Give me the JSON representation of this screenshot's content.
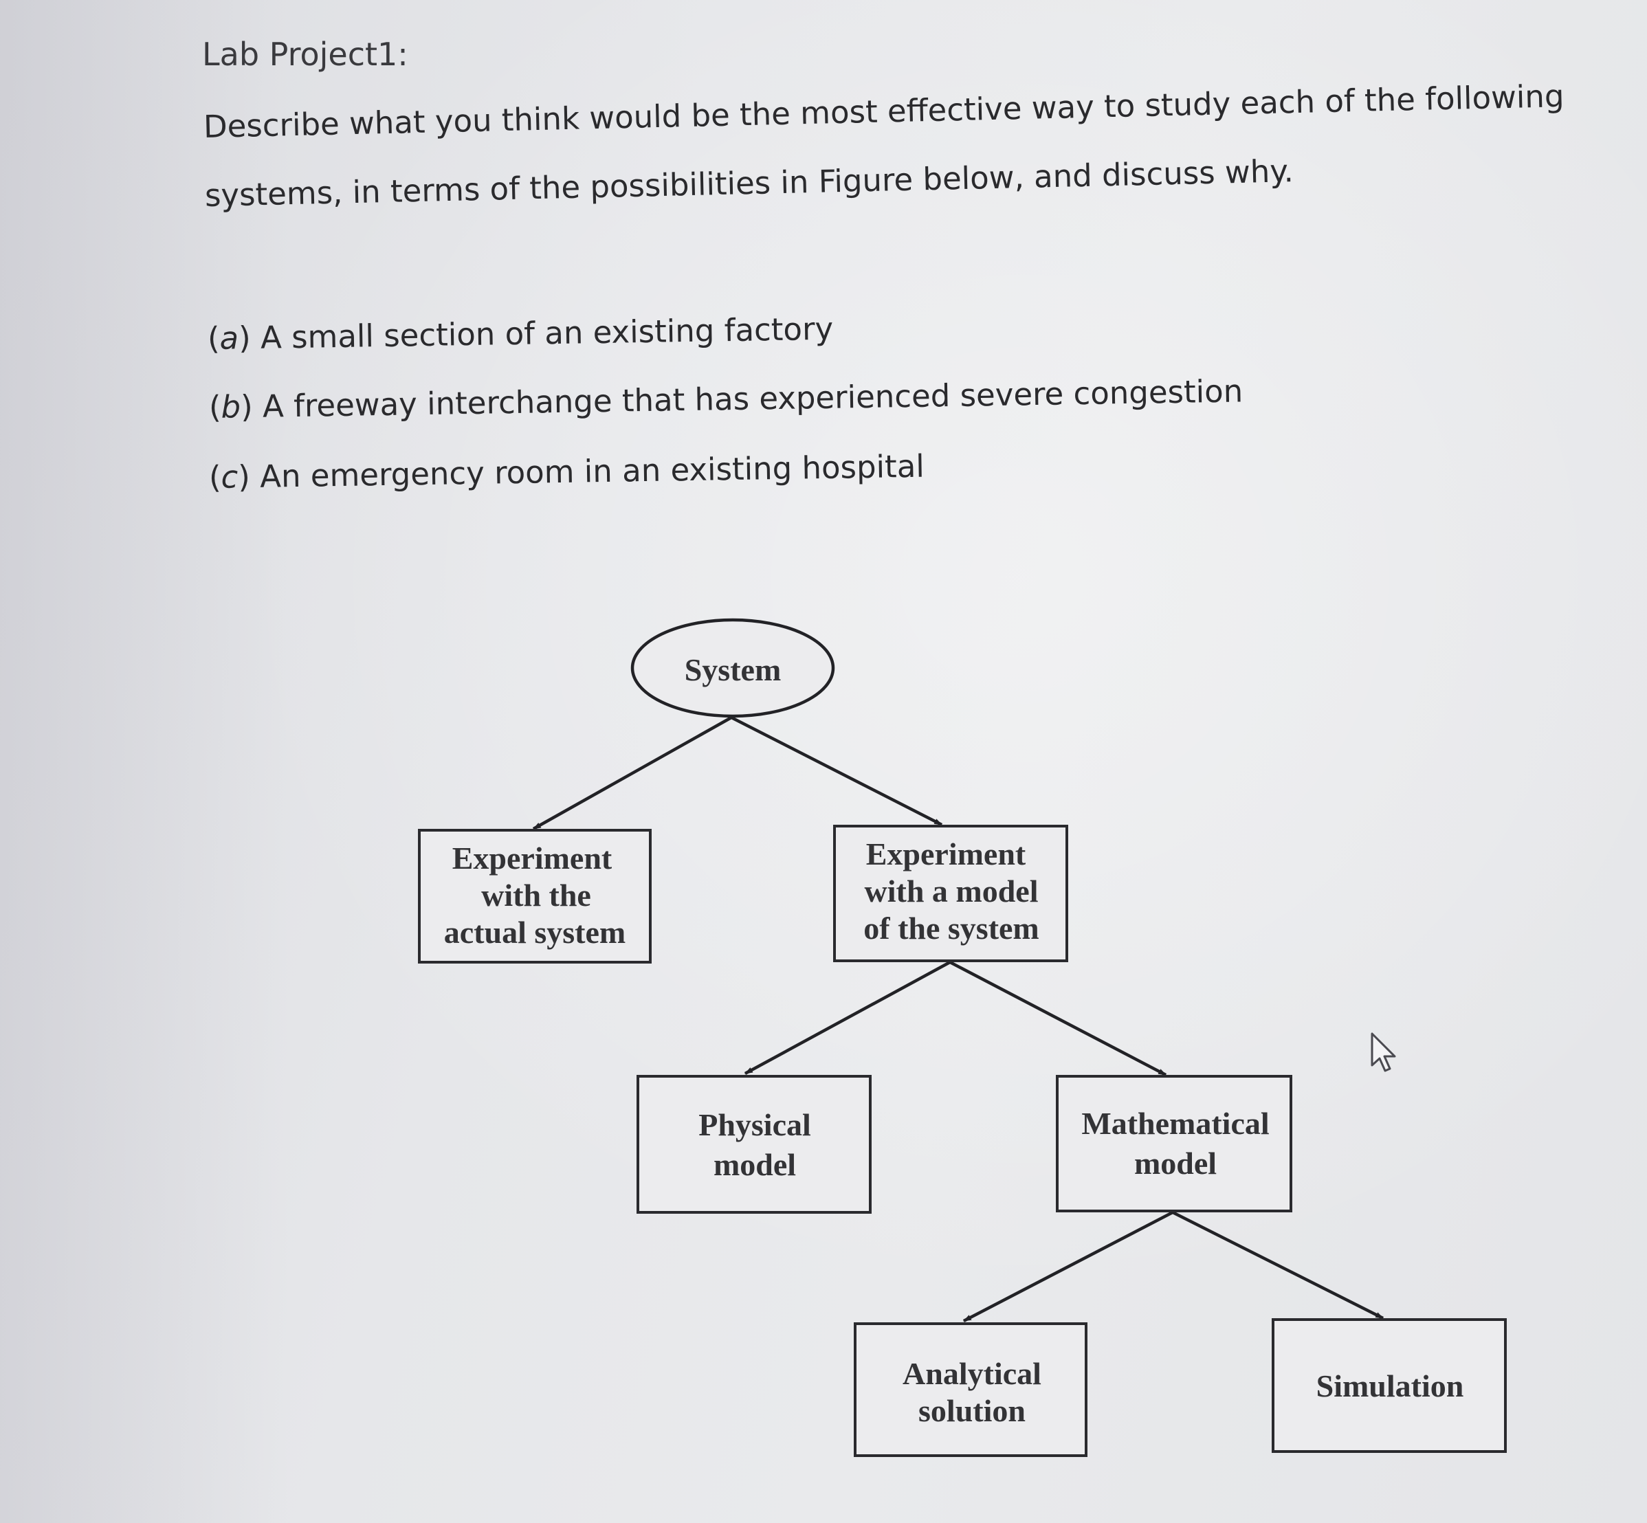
{
  "page": {
    "title": "Lab Project1:",
    "prompt_line_1": "Describe what you think would be the most effective way to study each of the following",
    "prompt_line_2": "systems, in terms of the possibilities in Figure below, and discuss why.",
    "items": [
      {
        "letter": "a",
        "text": "A small section of an existing factory"
      },
      {
        "letter": "b",
        "text": "A freeway interchange that has experienced severe congestion"
      },
      {
        "letter": "c",
        "text": "An emergency room in an existing hospital"
      }
    ]
  },
  "diagram": {
    "root": "System",
    "experiment_actual": [
      "Experiment",
      "with the",
      "actual system"
    ],
    "experiment_model": [
      "Experiment",
      "with a model",
      "of the system"
    ],
    "physical_model": [
      "Physical",
      "model"
    ],
    "mathematical_model": [
      "Mathematical",
      "model"
    ],
    "analytical_solution": [
      "Analytical",
      "solution"
    ],
    "simulation": "Simulation"
  },
  "colors": {
    "screen_background": "#e6e7ea",
    "text": "#2a2a2d",
    "diagram_line": "#222226"
  },
  "cursor_icon": "arrow-cursor-icon"
}
